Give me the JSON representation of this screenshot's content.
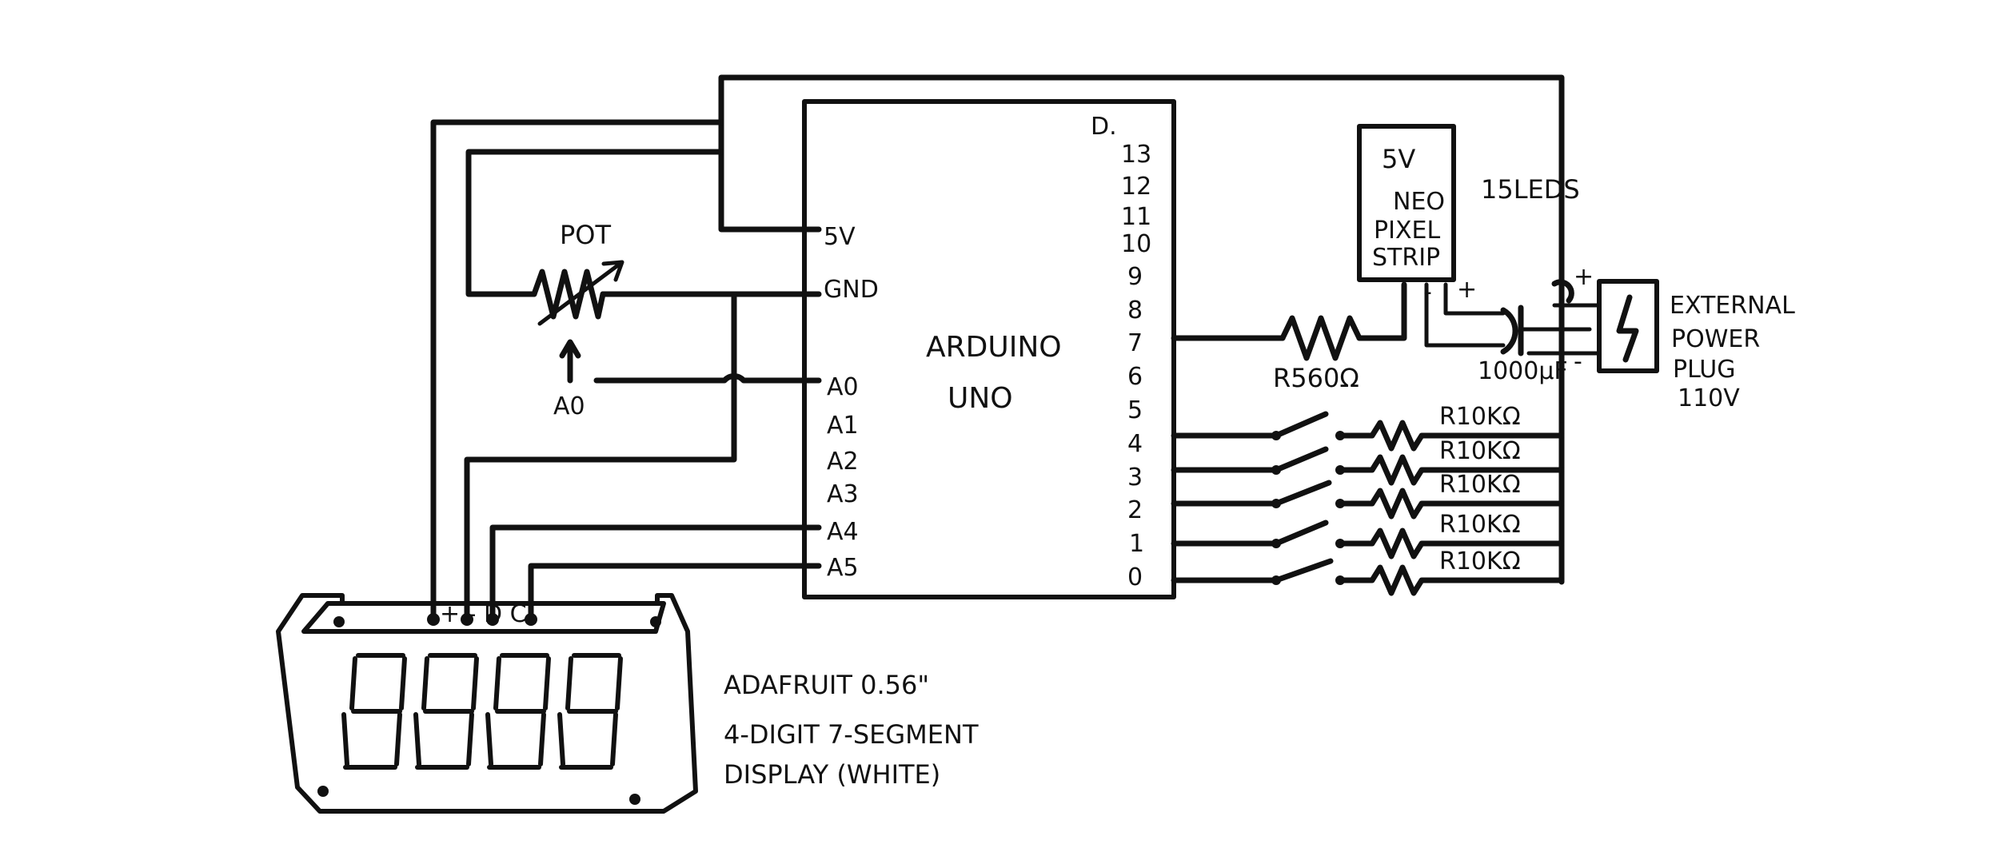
{
  "arduino": {
    "name_line1": "ARDUINO",
    "name_line2": "UNO",
    "digital_header": "D.",
    "left_pins": [
      "5V",
      "GND",
      "A0",
      "A1",
      "A2",
      "A3",
      "A4",
      "A5"
    ],
    "right_pins": [
      "13",
      "12",
      "11",
      "10",
      "9",
      "8",
      "7",
      "6",
      "5",
      "4",
      "3",
      "2",
      "1",
      "0"
    ]
  },
  "pot": {
    "label": "POT",
    "wiper_label": "A0"
  },
  "neopixel": {
    "voltage": "5V",
    "line1": "NEO",
    "line2": "PIXEL",
    "line3": "STRIP",
    "led_count": "15LEDS",
    "plus": "+",
    "minus": "-"
  },
  "resistor_data": {
    "label": "R560Ω"
  },
  "capacitor": {
    "label": "1000μF"
  },
  "power": {
    "line1": "EXTERNAL",
    "line2": "POWER",
    "line3": "PLUG",
    "line4": "110V",
    "plus": "+",
    "minus": "-"
  },
  "button_resistors": [
    "R10KΩ",
    "R10KΩ",
    "R10KΩ",
    "R10KΩ",
    "R10KΩ"
  ],
  "display": {
    "pins_label": "+ - D C",
    "title_line1": "ADAFRUIT 0.56\"",
    "title_line2": "4-DIGIT 7-SEGMENT",
    "title_line3": "DISPLAY (WHITE)"
  }
}
